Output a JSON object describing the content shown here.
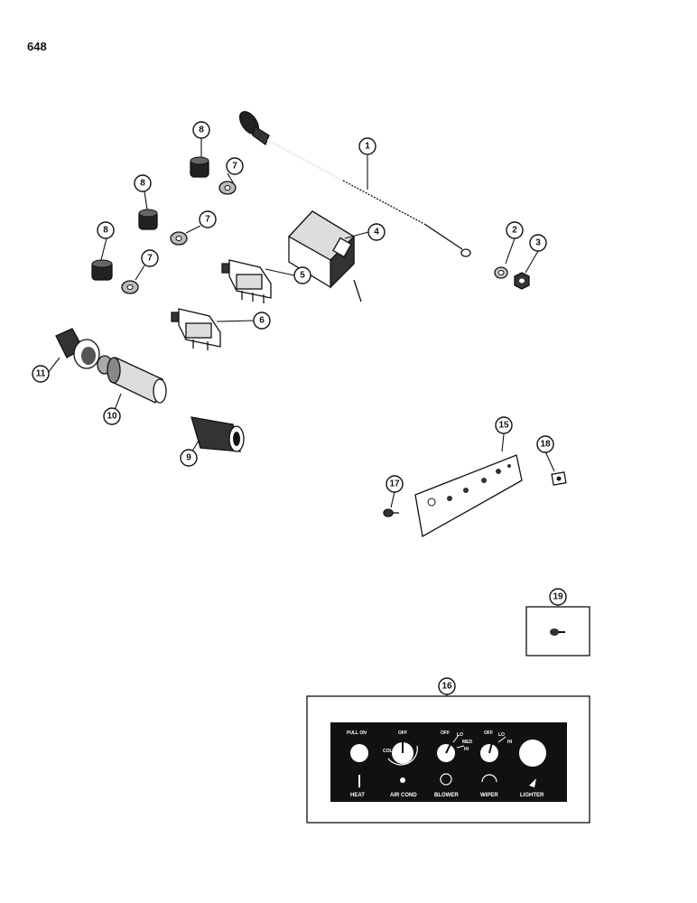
{
  "page": {
    "number": "648"
  },
  "callouts": {
    "c1": "1",
    "c2": "2",
    "c3": "3",
    "c4": "4",
    "c5": "5",
    "c6": "6",
    "c7a": "7",
    "c7b": "7",
    "c7c": "7",
    "c8a": "8",
    "c8b": "8",
    "c8c": "8",
    "c9": "9",
    "c10": "10",
    "c11": "11",
    "c15": "15",
    "c16": "16",
    "c17": "17",
    "c18": "18",
    "c19": "19"
  },
  "control_panel": {
    "pull_on": "PULL ON",
    "off_1": "OFF",
    "cold": "COLD",
    "off_2": "OFF",
    "lo_1": "LO",
    "med": "MED",
    "hi_1": "HI",
    "off_3": "OFF",
    "lo_2": "LO",
    "hi_2": "HI",
    "heat": "HEAT",
    "air_cond": "AIR COND",
    "blower": "BLOWER",
    "wiper": "WIPER",
    "lighter": "LIGHTER"
  },
  "colors": {
    "ink": "#111111",
    "paper": "#ffffff"
  }
}
